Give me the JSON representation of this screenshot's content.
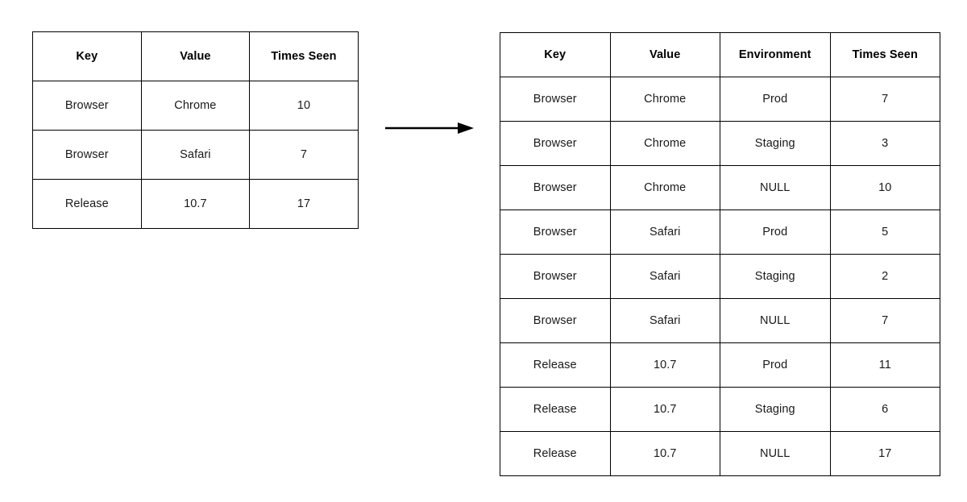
{
  "diagram": {
    "arrow": {
      "label": "transform-arrow",
      "direction": "right",
      "color": "#000000"
    },
    "null_color": "#e9e9e9"
  },
  "source_table": {
    "name": "source-table",
    "columns": [
      "Key",
      "Value",
      "Times Seen"
    ],
    "rows": [
      [
        "Browser",
        "Chrome",
        "10"
      ],
      [
        "Browser",
        "Safari",
        "7"
      ],
      [
        "Release",
        "10.7",
        "17"
      ]
    ]
  },
  "result_table": {
    "name": "result-table",
    "columns": [
      "Key",
      "Value",
      "Environment",
      "Times Seen"
    ],
    "rows": [
      [
        "Browser",
        "Chrome",
        "Prod",
        "7"
      ],
      [
        "Browser",
        "Chrome",
        "Staging",
        "3"
      ],
      [
        "Browser",
        "Chrome",
        "NULL",
        "10"
      ],
      [
        "Browser",
        "Safari",
        "Prod",
        "5"
      ],
      [
        "Browser",
        "Safari",
        "Staging",
        "2"
      ],
      [
        "Browser",
        "Safari",
        "NULL",
        "7"
      ],
      [
        "Release",
        "10.7",
        "Prod",
        "11"
      ],
      [
        "Release",
        "10.7",
        "Staging",
        "6"
      ],
      [
        "Release",
        "10.7",
        "NULL",
        "17"
      ]
    ],
    "null_token": "NULL"
  }
}
